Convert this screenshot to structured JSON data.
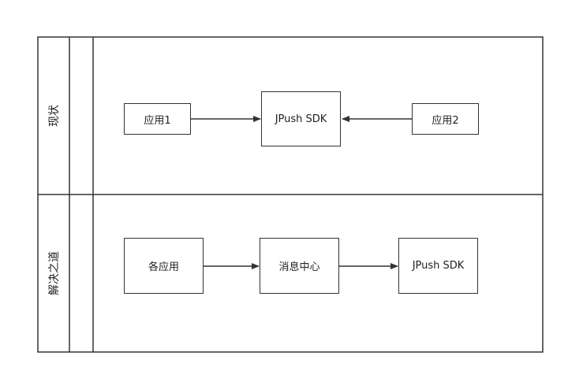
{
  "lanes": [
    {
      "label": "现状",
      "nodes": {
        "app1": "应用1",
        "sdk": "JPush SDK",
        "app2": "应用2"
      }
    },
    {
      "label": "解决之道",
      "nodes": {
        "apps": "各应用",
        "center": "消息中心",
        "sdk": "JPush SDK"
      }
    }
  ],
  "colors": {
    "stroke": "#333333",
    "background": "#ffffff"
  }
}
